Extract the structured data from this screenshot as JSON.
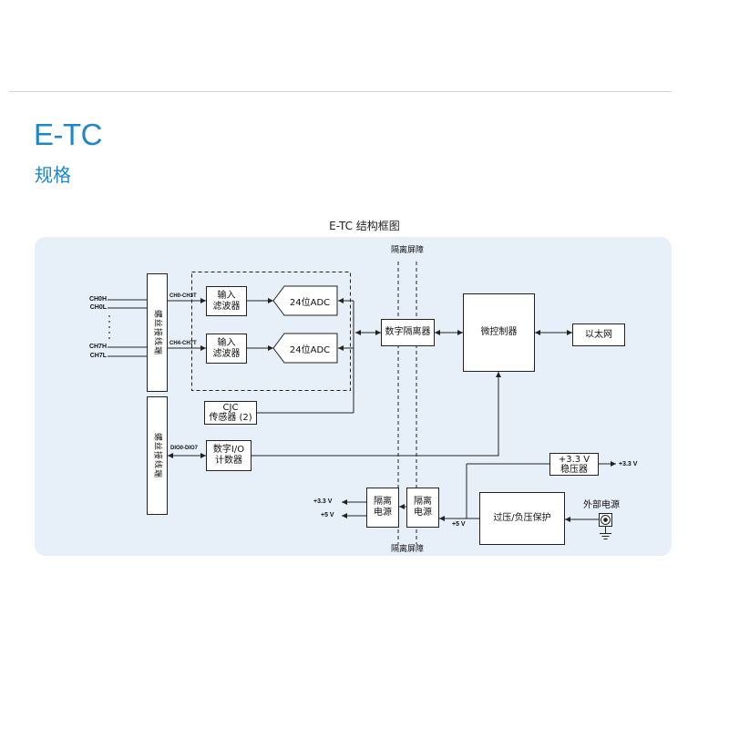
{
  "theme": {
    "accent": "#1f87c9",
    "panel": "#e7f0f9"
  },
  "header": {
    "title": "E-TC",
    "subtitle": "规格"
  },
  "diagram": {
    "caption": "E-TC 结构框图",
    "isolation_barrier": {
      "top_label": "隔离屏障",
      "bottom_label": "隔离屏障"
    },
    "screw_terminals": [
      "螺丝接线端",
      "螺丝接线端"
    ],
    "channel_inputs": [
      "CH0H",
      "CH0L",
      "CH7H",
      "CH7L"
    ],
    "channel_groups": [
      "CH0-CH3T",
      "CH4-CH7T"
    ],
    "input_filters": [
      {
        "line1": "输入",
        "line2": "滤波器"
      },
      {
        "line1": "输入",
        "line2": "滤波器"
      }
    ],
    "adcs": [
      "24位ADC",
      "24位ADC"
    ],
    "cjc_sensor": {
      "line1": "CJC",
      "line2": "传感器 (2)"
    },
    "dio_label": "DIO0-DIO7",
    "dio_counter": {
      "line1": "数字I/O",
      "line2": "计数器"
    },
    "digital_isolator": "数字隔离器",
    "microcontroller": "微控制器",
    "ethernet": "以太网",
    "regulator": {
      "line1": "+3.3 V",
      "line2": "稳压器"
    },
    "regulator_output": "+3.3 V",
    "isolated_power_supplies": [
      {
        "line1": "隔离",
        "line2": "电源"
      },
      {
        "line1": "隔离",
        "line2": "电源"
      }
    ],
    "isolated_outputs": [
      "+3.3 V",
      "+5 V"
    ],
    "supply_rail": "+5 V",
    "protection": "过压/负压保护",
    "external_power": "外部电源"
  }
}
